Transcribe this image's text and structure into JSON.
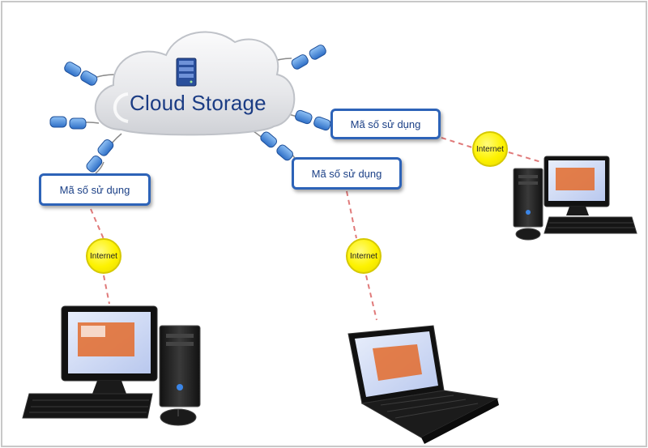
{
  "cloud": {
    "title": "Cloud Storage",
    "icon": "server-icon"
  },
  "user_boxes": [
    {
      "label": "Mã số sử dụng"
    },
    {
      "label": "Mã số sử dụng"
    },
    {
      "label": "Mã số sử dụng"
    }
  ],
  "internet_nodes": [
    {
      "label": "Internet"
    },
    {
      "label": "Internet"
    },
    {
      "label": "Internet"
    }
  ],
  "devices": [
    {
      "type": "desktop-computer",
      "icon": "desktop-computer-icon"
    },
    {
      "type": "laptop",
      "icon": "laptop-icon"
    },
    {
      "type": "desktop-computer",
      "icon": "desktop-computer-icon"
    }
  ],
  "colors": {
    "box_border": "#2d63b8",
    "box_text": "#1a3f86",
    "internet_fill": "#fdf200",
    "link_dash": "#e05a5a",
    "cloud_fill": "#e9e9ec",
    "connector_blue": "#3a7fd4"
  }
}
